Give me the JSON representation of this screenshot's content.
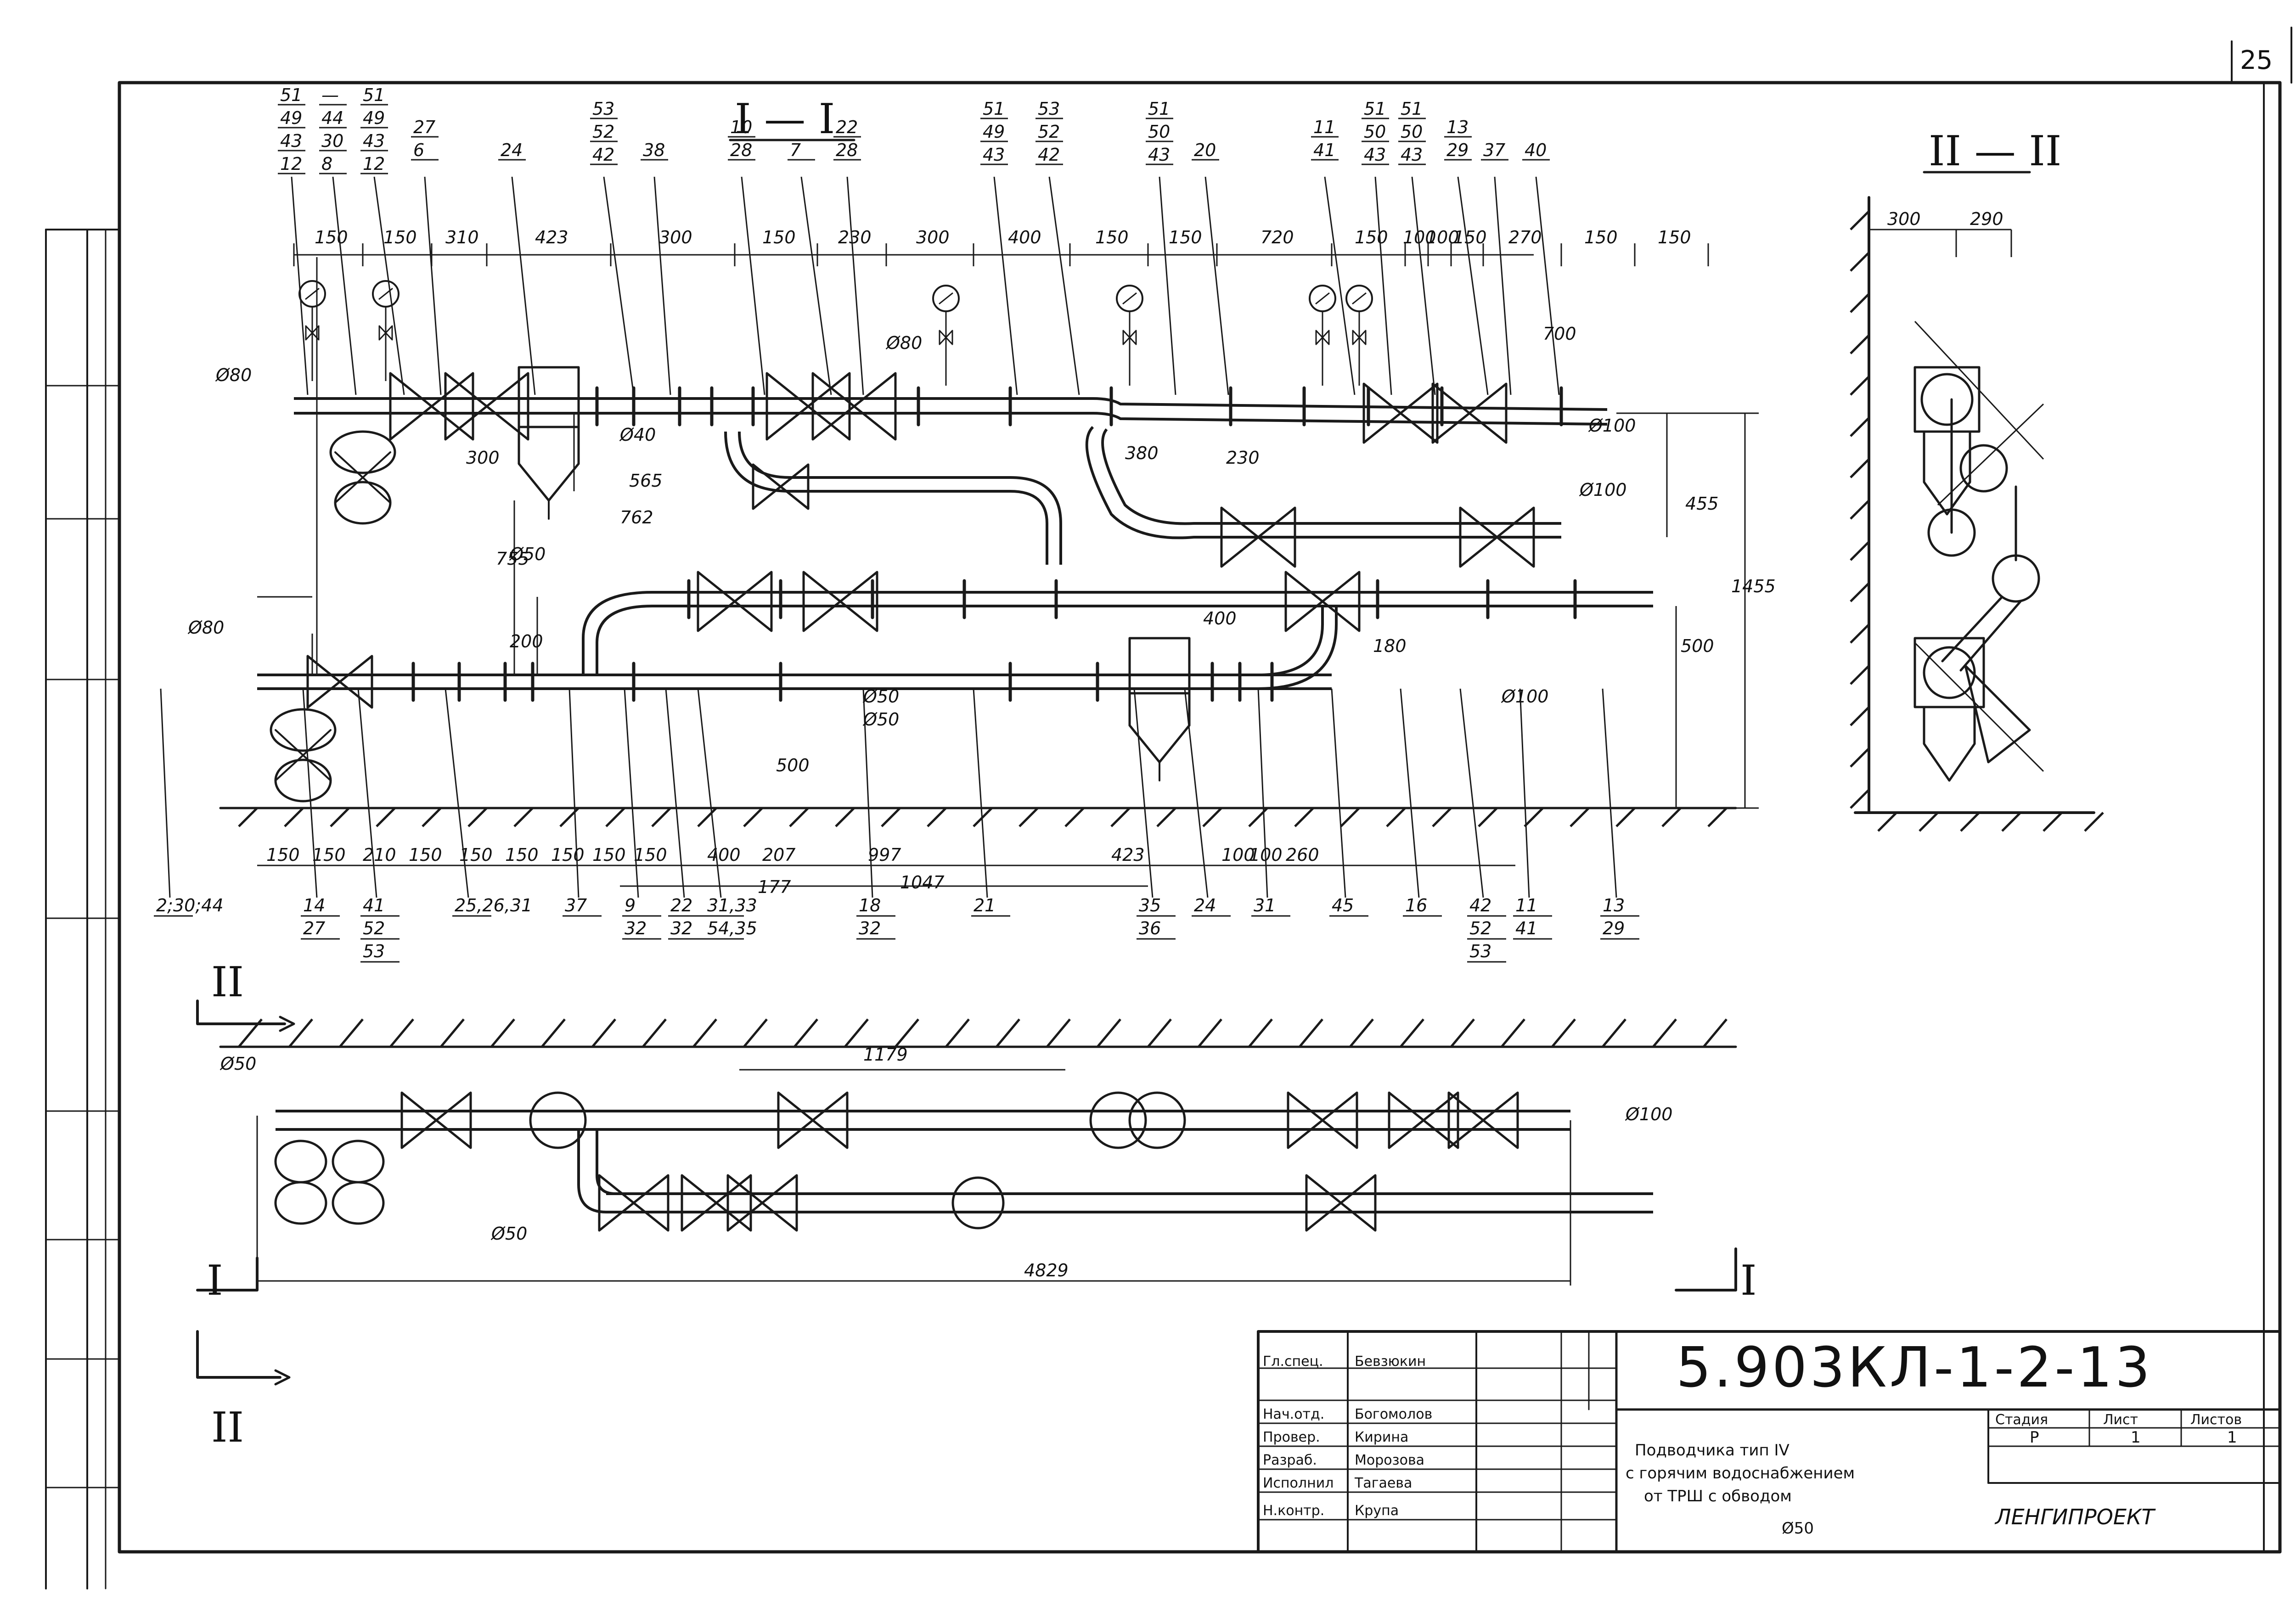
{
  "sheet": {
    "page_number": "25",
    "code": "5.903КЛ-1-2-13",
    "organization": "ЛЕНГИПРОЕКТ"
  },
  "sections": {
    "section1_title": "I — I",
    "section2_title": "II — II",
    "cut_marks": [
      "II",
      "I",
      "I",
      "II"
    ]
  },
  "labels": {
    "diameters": [
      "Ø80",
      "Ø80",
      "Ø100",
      "Ø100",
      "Ø100",
      "Ø50",
      "Ø50",
      "Ø80",
      "Ø40",
      "Ø50",
      "Ø50",
      "Ø50",
      "Ø100"
    ],
    "top_callouts": [
      {
        "a": "51",
        "b": "49",
        "c": "43",
        "d": "12"
      },
      {
        "a": "—",
        "b": "44",
        "c": "30",
        "d": "8"
      },
      {
        "a": "51",
        "b": "49",
        "c": "43",
        "d": "12"
      },
      {
        "a": "27",
        "b": "6"
      },
      {
        "a": "24"
      },
      {
        "a": "53",
        "b": "52",
        "c": "42"
      },
      {
        "a": "38"
      },
      {
        "a": "10",
        "b": "28"
      },
      {
        "a": "7"
      },
      {
        "a": "22",
        "b": "28"
      },
      {
        "a": "51",
        "b": "49",
        "c": "43"
      },
      {
        "a": "53",
        "b": "52",
        "c": "42"
      },
      {
        "a": "51",
        "b": "50",
        "c": "43"
      },
      {
        "a": "20"
      },
      {
        "a": "11",
        "b": "41"
      },
      {
        "a": "51",
        "b": "50",
        "c": "43"
      },
      {
        "a": "51",
        "b": "50",
        "c": "43"
      },
      {
        "a": "13",
        "b": "29"
      },
      {
        "a": "37"
      },
      {
        "a": "40"
      }
    ],
    "top_dims": [
      "150",
      "150",
      "310",
      "423",
      "300",
      "150",
      "230",
      "300",
      "400",
      "150",
      "150",
      "720",
      "150",
      "100",
      "100",
      "150",
      "270",
      "150",
      "150"
    ],
    "side_dims": [
      "300",
      "565",
      "762",
      "755",
      "200",
      "500",
      "500",
      "455",
      "1455",
      "180",
      "230",
      "380",
      "400",
      "700"
    ],
    "bottom_dims": [
      "150",
      "150",
      "210",
      "150",
      "150",
      "150",
      "150",
      "150",
      "150",
      "400",
      "207",
      "997",
      "1047",
      "423",
      "100",
      "100",
      "260",
      "177"
    ],
    "bottom_callouts": [
      {
        "a": "2;30;44"
      },
      {
        "a": "14",
        "b": "27"
      },
      {
        "a": "41",
        "b": "52",
        "c": "53"
      },
      {
        "a": "25,26,31"
      },
      {
        "a": "37"
      },
      {
        "a": "9",
        "b": "32"
      },
      {
        "a": "22",
        "b": "32"
      },
      {
        "a": "31,33",
        "b": "54,35"
      },
      {
        "a": "18",
        "b": "32"
      },
      {
        "a": "21"
      },
      {
        "a": "35",
        "b": "36"
      },
      {
        "a": "24"
      },
      {
        "a": "31"
      },
      {
        "a": "45"
      },
      {
        "a": "16"
      },
      {
        "a": "42",
        "b": "52",
        "c": "53"
      },
      {
        "a": "11",
        "b": "41"
      },
      {
        "a": "13",
        "b": "29"
      }
    ],
    "plan_dims": [
      "1179",
      "4829"
    ],
    "section2_dims": [
      "300",
      "290"
    ]
  },
  "title_block": {
    "rows": [
      {
        "role": "Гл.спец.",
        "name": "Бевзюкин"
      },
      {
        "role": "Нач.отд.",
        "name": "Богомолов"
      },
      {
        "role": "Провер.",
        "name": "Кирина"
      },
      {
        "role": "Разраб.",
        "name": "Морозова"
      },
      {
        "role": "Исполнил",
        "name": "Тагаева"
      },
      {
        "role": "Н.контр.",
        "name": "Крупа"
      }
    ],
    "description_line1": "Подводчика тип IV",
    "description_line2": "с горячим водоснабжением",
    "description_line3": "от ТРШ с обводом",
    "description_line4": "Ø50",
    "stage_header": "Стадия",
    "sheet_header": "Лист",
    "sheets_header": "Листов",
    "stage_value": "Р",
    "sheet_value": "1",
    "sheets_value": "1"
  }
}
